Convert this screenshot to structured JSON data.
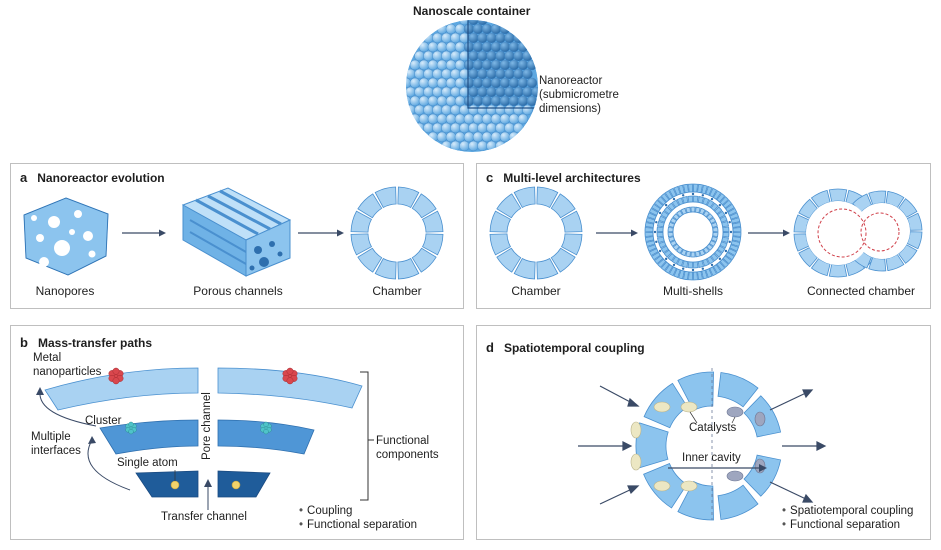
{
  "header": {
    "title": "Nanoscale container",
    "nanoreactor_label_lines": [
      "Nanoreactor",
      "(submicrometre",
      "dimensions)"
    ]
  },
  "panel_a": {
    "letter": "a",
    "title": "Nanoreactor evolution",
    "items": [
      "Nanopores",
      "Porous channels",
      "Chamber"
    ]
  },
  "panel_c": {
    "letter": "c",
    "title": "Multi-level architectures",
    "items": [
      "Chamber",
      "Multi-shells",
      "Connected chamber"
    ]
  },
  "panel_b": {
    "letter": "b",
    "title": "Mass-transfer paths",
    "metal_lines": [
      "Metal",
      "nanoparticles"
    ],
    "cluster": "Cluster",
    "interfaces_lines": [
      "Multiple",
      "interfaces"
    ],
    "single_atom": "Single atom",
    "pore_channel": "Pore channel",
    "transfer_channel": "Transfer channel",
    "functional_lines": [
      "Functional",
      "components"
    ],
    "bullets": [
      "Coupling",
      "Functional separation"
    ]
  },
  "panel_d": {
    "letter": "d",
    "title": "Spatiotemporal coupling",
    "catalysts": "Catalysts",
    "inner_cavity": "Inner cavity",
    "bullets": [
      "Spatiotemporal coupling",
      "Functional separation"
    ]
  },
  "colors": {
    "blue_light": "#a9d2f2",
    "blue_mid": "#6fb2e6",
    "blue_dark": "#2e6fae",
    "navy": "#1f3f66",
    "red_particle": "#d9474d",
    "teal_particle": "#4fc3c9",
    "catalyst_cream": "#ece7c3",
    "catalyst_grey": "#9ea6bf",
    "arrow": "#3a4a66"
  }
}
